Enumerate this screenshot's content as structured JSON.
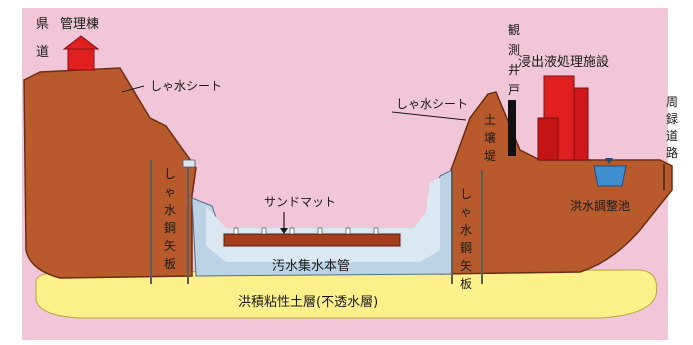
{
  "labels": {
    "prefectural_road": "県道",
    "management_building": "管理棟",
    "liner_sheet_left": "しゃ水シート",
    "liner_sheet_right": "しゃ水シート",
    "observation_well": "観測井戸",
    "leachate_facility": "浸出液処理施設",
    "perimeter_road": "周録道路",
    "embankment": "土壌堤",
    "sand_mat": "サンドマット",
    "sewage_main_pipe": "汚水集水本管",
    "cutoff_sheet_pile_left": "しゃ水鋼矢板",
    "cutoff_sheet_pile_right": "しゃ水鋼矢板",
    "flood_pond": "洪水調整池",
    "clay_layer": "洪積粘性土層(不透水層)"
  },
  "colors": {
    "background": "#f0c6d8",
    "soil": "#b85a2c",
    "soil_edge": "#6a2e14",
    "clay": "#fbf08a",
    "basin_lining": "#bcd3e6",
    "sand_mat": "#a33d1e",
    "building_red": "#e02020",
    "water": "#3f8fd0"
  }
}
